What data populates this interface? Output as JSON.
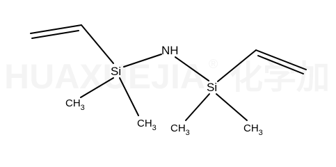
{
  "watermark": {
    "text": "HUAXUEJIA",
    "registered": "®",
    "cjk": "化学加"
  },
  "molecule": {
    "atoms": {
      "si1": {
        "label": "Si"
      },
      "nh": {
        "label": "NH"
      },
      "si2": {
        "label": "Si"
      },
      "ch3_1": {
        "base": "CH",
        "sub": "3"
      },
      "ch3_2": {
        "base": "CH",
        "sub": "3"
      },
      "ch3_3": {
        "base": "CH",
        "sub": "3"
      },
      "ch3_4": {
        "base": "CH",
        "sub": "3"
      }
    }
  }
}
